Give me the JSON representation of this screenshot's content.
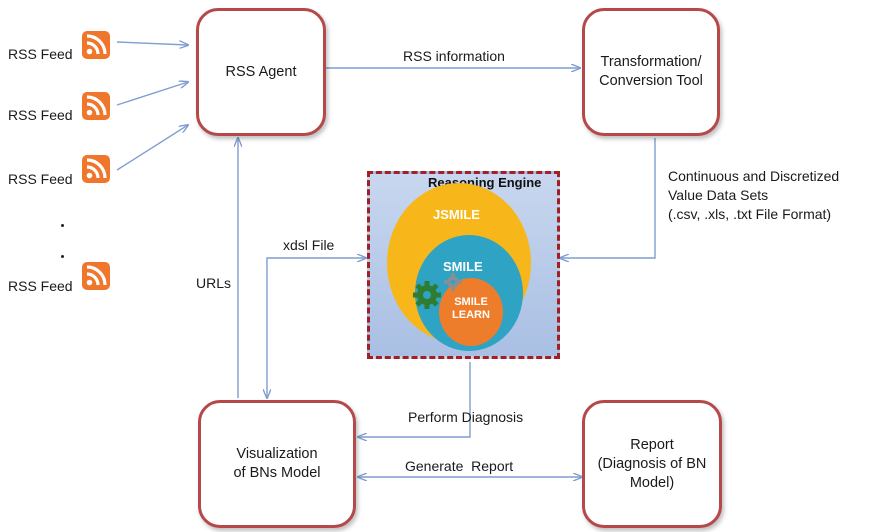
{
  "feeds": [
    {
      "label": "RSS Feed",
      "icon": "rss-icon"
    },
    {
      "label": "RSS Feed",
      "icon": "rss-icon"
    },
    {
      "label": "RSS Feed",
      "icon": "rss-icon"
    },
    {
      "label": "RSS Feed",
      "icon": "rss-icon"
    }
  ],
  "nodes": {
    "rss_agent": "RSS Agent",
    "transformation_tool": "Transformation/\nConversion Tool",
    "visualization": "Visualization\nof BNs Model",
    "report": "Report\n(Diagnosis of BN\nModel)"
  },
  "engine": {
    "title": "Reasoning Engine",
    "jsmile": "JSMILE",
    "smile": "SMILE",
    "smile_learn": "SMILE\nLEARN"
  },
  "edges": {
    "rss_information": "RSS information",
    "datasets": "Continuous and Discretized\nValue Data Sets\n(.csv, .xls, .txt File Format)",
    "xdsl_file": "xdsl File",
    "urls": "URLs",
    "perform_diagnosis": "Perform Diagnosis",
    "generate_report": "Generate  Report"
  },
  "colors": {
    "box_border": "#b5494a",
    "arrow": "#7f9ed1",
    "engine_border": "#a21f23",
    "jsmile": "#f7b71a",
    "smile": "#2ea3c4",
    "smile_learn": "#ee7d2b",
    "rss": "#f0762c"
  }
}
